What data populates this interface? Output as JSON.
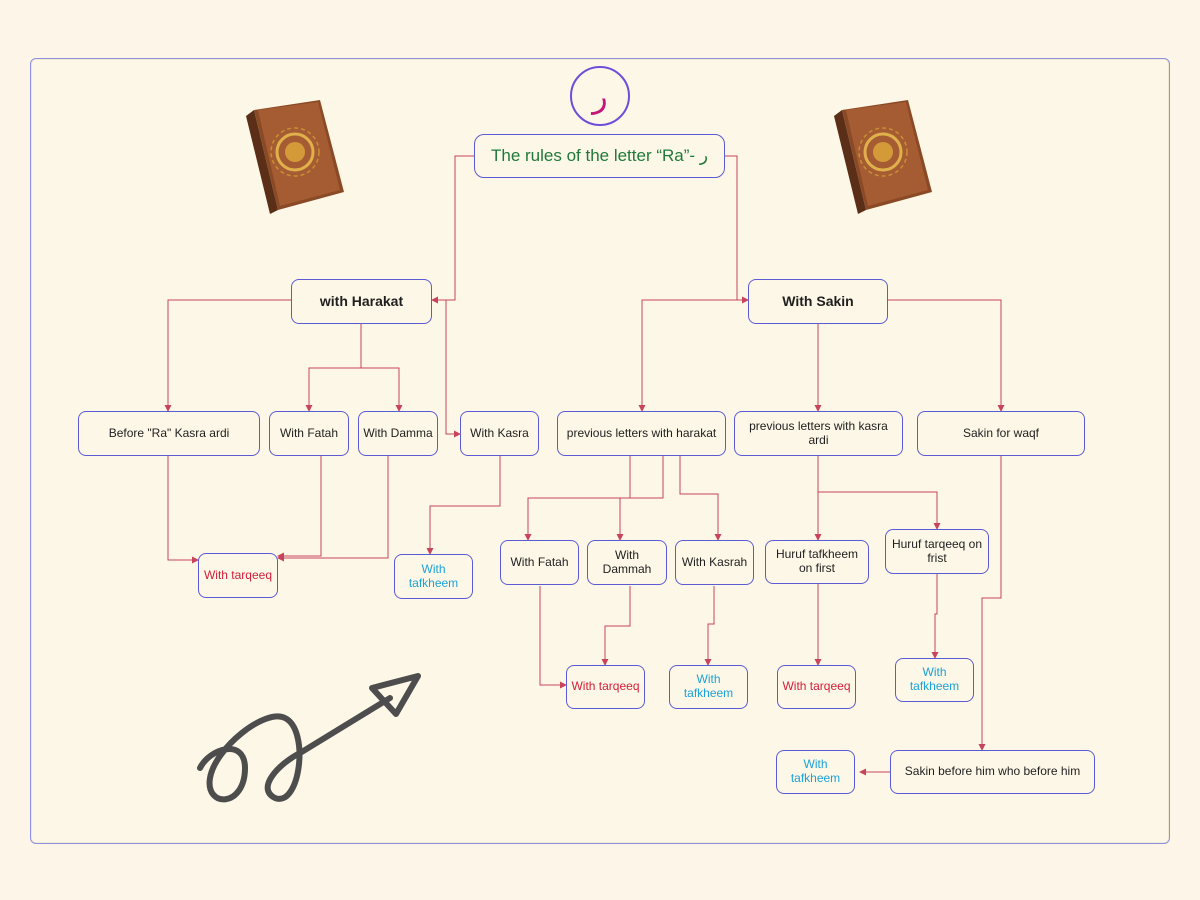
{
  "title": {
    "badge_letter": "ر",
    "text": "The rules of the letter “Ra”- ر"
  },
  "branches": {
    "harakat": {
      "label": "with Harakat",
      "cases": {
        "before_ra": "Before \"Ra\" Kasra ardi",
        "fatah": "With Fatah",
        "damma": "With Damma",
        "kasra": "With Kasra"
      },
      "results": {
        "tarqeeq": "With tarqeeq",
        "tafkheem": "With tafkheem"
      }
    },
    "sakin": {
      "label": "With Sakin",
      "cases": {
        "prev_harakat": "previous letters with harakat",
        "prev_kasra": "previous letters with kasra ardi",
        "waqf": "Sakin for waqf"
      },
      "sub": {
        "fatah": "With Fatah",
        "dammah": "With Dammah",
        "kasrah": "With Kasrah",
        "huruf_tafkheem": "Huruf tafkheem on first",
        "huruf_tarqeeq": "Huruf tarqeeq on frist",
        "before_him": "Sakin before him who before him"
      },
      "results": {
        "fatah_dammah": "With tarqeeq",
        "kasrah": "With tafkheem",
        "huruf_tafkheem": "With tarqeeq",
        "huruf_tarqeeq": "With tafkheem",
        "before_him": "With tafkheem"
      }
    }
  },
  "colors": {
    "connector": "#c8445a",
    "node_border": "#5b5bd6",
    "title_text": "#1f7a3a",
    "tarqeeq": "#d2203a",
    "tafkheem": "#1aa3d9",
    "board_border": "#8f8fe0"
  },
  "icons": {
    "book": "quran-book-icon",
    "doodle": "curly-arrow-doodle-icon"
  }
}
